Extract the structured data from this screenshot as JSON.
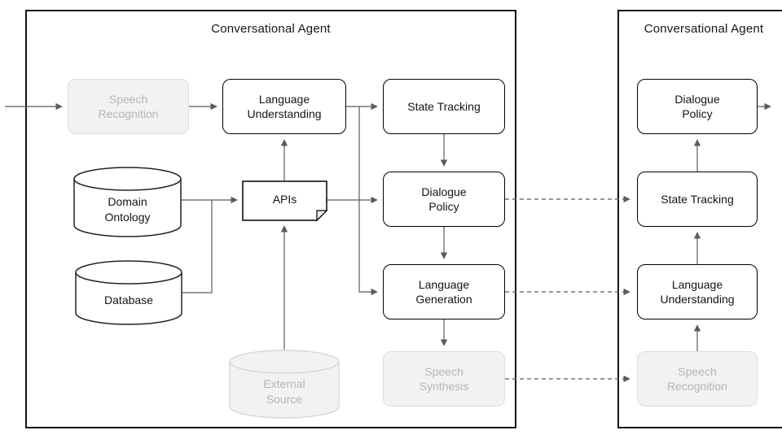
{
  "left_agent": {
    "title": "Conversational Agent",
    "nodes": {
      "speech_recognition": "Speech\nRecognition",
      "language_understanding": "Language\nUnderstanding",
      "state_tracking": "State Tracking",
      "dialogue_policy": "Dialogue\nPolicy",
      "language_generation": "Language\nGeneration",
      "speech_synthesis": "Speech\nSynthesis",
      "apis": "APIs",
      "domain_ontology": "Domain\nOntology",
      "database": "Database",
      "external_source": "External\nSource"
    }
  },
  "right_agent": {
    "title": "Conversational Agent",
    "nodes": {
      "dialogue_policy": "Dialogue\nPolicy",
      "state_tracking": "State Tracking",
      "language_understanding": "Language\nUnderstanding",
      "speech_recognition": "Speech\nRecognition"
    }
  },
  "colors": {
    "node_border": "#000000",
    "disabled_fill": "#f2f2f2",
    "disabled_border": "#dcdcdc",
    "disabled_text": "#b5b5b5",
    "arrow": "#5b5b5b",
    "frame": "#141414"
  }
}
